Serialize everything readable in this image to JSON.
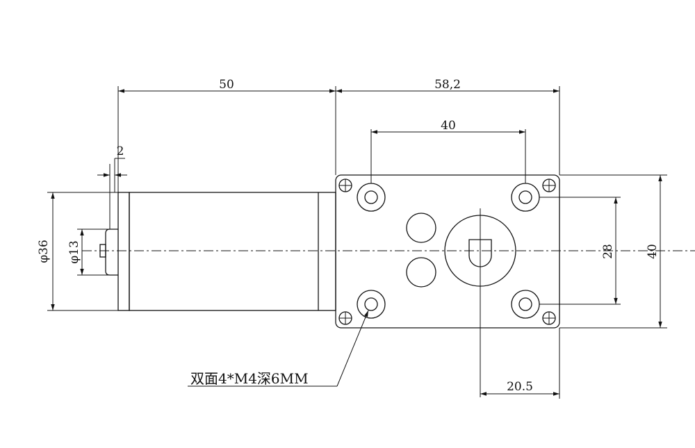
{
  "dimensions": {
    "motor_length": "50",
    "gearbox_length": "58,2",
    "hole_spacing_h": "40",
    "flange_thickness": "2",
    "motor_diameter": "φ36",
    "boss_diameter": "φ13",
    "hole_spacing_v": "28",
    "gearbox_height": "40",
    "shaft_offset": "20.5"
  },
  "note": "双面4*M4深6MM",
  "colors": {
    "line": "#111111",
    "background": "#ffffff"
  }
}
